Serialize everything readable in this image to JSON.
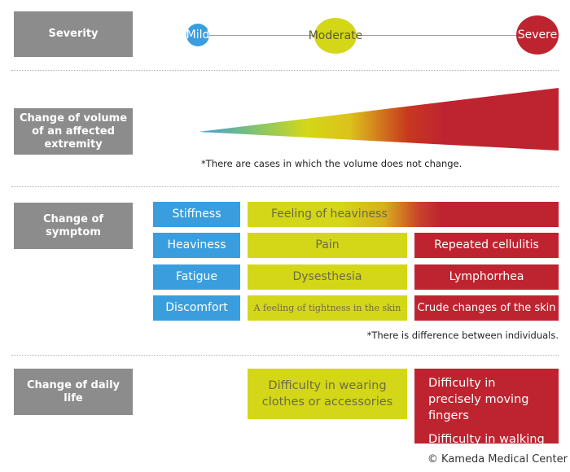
{
  "severity": {
    "label": "Severity",
    "mild": "Mild",
    "moderate": "Moderate",
    "severe": "Severe"
  },
  "volume": {
    "label": "Change of volume of an affected extremity",
    "note": "*There are cases in which the volume does not change."
  },
  "symptom": {
    "label": "Change of symptom",
    "mild_items": [
      "Stiffness",
      "Heaviness",
      "Fatigue",
      "Discomfort"
    ],
    "heaviness_feeling": "Feeling of heaviness",
    "moderate_items": [
      "Pain",
      "Dysesthesia",
      "A feeling of tightness in the skin"
    ],
    "severe_items": [
      "Repeated cellulitis",
      "Lymphorrhea",
      "Crude changes of the skin"
    ],
    "note": "*There is difference between individuals."
  },
  "daily_life": {
    "label": "Change of daily life",
    "moderate": "Difficulty in wearing clothes or accessories",
    "severe_1": "Difficulty in precisely moving fingers",
    "severe_2": "Difficulty in walking"
  },
  "copyright": "© Kameda Medical Center",
  "colors": {
    "label_gray": "#8c8c8c",
    "mild_blue": "#3a9ede",
    "moderate_yellow": "#d4d718",
    "severe_red": "#be2430"
  }
}
